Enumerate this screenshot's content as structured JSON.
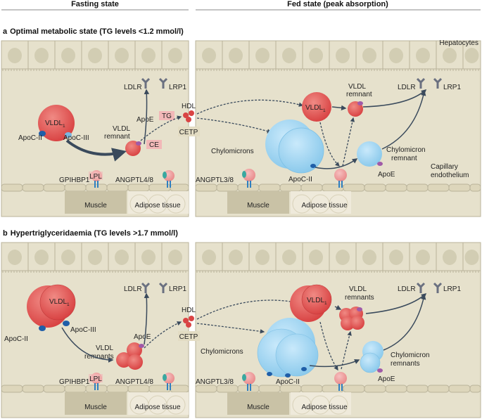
{
  "headers": {
    "fasting": "Fasting state",
    "fed": "Fed state (peak absorption)"
  },
  "panel_a": {
    "letter": "a",
    "title": "Optimal metabolic state (TG levels <1.2 mmol/l)",
    "hepatocytes": "Hepatocytes",
    "fasting": {
      "ldlr": "LDLR",
      "lrp1": "LRP1",
      "vldl": "VLDL",
      "vldl_sub": "1",
      "apoc2": "ApoC-II",
      "apoc3": "ApoC-III",
      "apoe": "ApoE",
      "remnant_1": "VLDL",
      "remnant_2": "remnant",
      "tg": "TG",
      "ce": "CE",
      "hdl": "HDL",
      "cetp": "CETP",
      "gpihbp1": "GPIHBP1",
      "lpl": "LPL",
      "angptl": "ANGPTL4/8",
      "muscle": "Muscle",
      "adipose": "Adipose tissue"
    },
    "fed": {
      "ldlr": "LDLR",
      "lrp1": "LRP1",
      "vldl": "VLDL",
      "vldl_sub": "1",
      "vldl_remnant_1": "VLDL",
      "vldl_remnant_2": "remnant",
      "chylomicrons": "Chylomicrons",
      "chylo_remnant_1": "Chylomicron",
      "chylo_remnant_2": "remnant",
      "apoc2": "ApoC-II",
      "apoe": "ApoE",
      "capillary_1": "Capillary",
      "capillary_2": "endothelium",
      "angptl": "ANGPTL3/8",
      "muscle": "Muscle",
      "adipose": "Adipose tissue"
    }
  },
  "panel_b": {
    "letter": "b",
    "title": "Hypertriglyceridaemia (TG levels >1.7 mmol/l)",
    "fasting": {
      "ldlr": "LDLR",
      "lrp1": "LRP1",
      "vldl": "VLDL",
      "vldl_sub": "1",
      "apoc2": "ApoC-II",
      "apoc3": "ApoC-III",
      "apoe": "ApoE",
      "remnants_1": "VLDL",
      "remnants_2": "remnants",
      "hdl": "HDL",
      "cetp": "CETP",
      "gpihbp1": "GPIHBP1",
      "lpl": "LPL",
      "angptl": "ANGPTL4/8",
      "muscle": "Muscle",
      "adipose": "Adipose tissue"
    },
    "fed": {
      "ldlr": "LDLR",
      "lrp1": "LRP1",
      "vldl": "VLDL",
      "vldl_sub": "1",
      "vldl_remnants_1": "VLDL",
      "vldl_remnants_2": "remnants",
      "chylomicrons": "Chylomicrons",
      "chylo_remnants_1": "Chylomicron",
      "chylo_remnants_2": "remnants",
      "apoc2": "ApoC-II",
      "apoe": "ApoE",
      "angptl": "ANGPTL3/8",
      "muscle": "Muscle",
      "adipose": "Adipose tissue"
    }
  },
  "colors": {
    "tissue": "#e6e1cc",
    "cell_border": "#b9b39a",
    "nucleus": "#d2cdb3",
    "muscle": "#c9c2a6",
    "vldl_red": "#e25454",
    "chylo_blue": "#a8d8f2",
    "apoc_blue": "#1f5ea8",
    "apoe_purple": "#a05aa8",
    "endo_pink": "#f1a0a0",
    "arrow": "#3a4a5c",
    "tg_box": "#f2b8b8",
    "cetp_box": "#e3dcc3"
  }
}
